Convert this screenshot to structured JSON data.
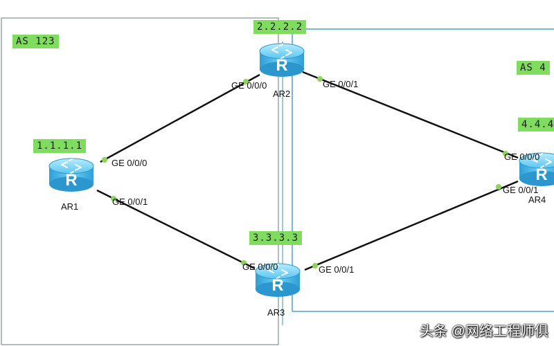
{
  "areas": {
    "left_label": "AS 123",
    "right_label": "AS 4"
  },
  "routers": [
    {
      "id": "ar1",
      "name": "AR1",
      "router_id": "1.1.1.1",
      "glyph": "R"
    },
    {
      "id": "ar2",
      "name": "AR2",
      "router_id": "2.2.2.2",
      "glyph": "R"
    },
    {
      "id": "ar3",
      "name": "AR3",
      "router_id": "3.3.3.3",
      "glyph": "R"
    },
    {
      "id": "ar4",
      "name": "AR4",
      "router_id": "4.4.4",
      "glyph": "R"
    }
  ],
  "ports": {
    "ar1_g0": "GE 0/0/0",
    "ar1_g1": "GE 0/0/1",
    "ar2_g0": "GE 0/0/0",
    "ar2_g1": "GE 0/0/1",
    "ar3_g0": "GE 0/0/0",
    "ar3_g1": "GE 0/0/1",
    "ar4_g0": "GE 0/0/0",
    "ar4_g1": "GE 0/0/1"
  },
  "links": [
    {
      "from": "AR1",
      "to": "AR2"
    },
    {
      "from": "AR1",
      "to": "AR3"
    },
    {
      "from": "AR2",
      "to": "AR4"
    },
    {
      "from": "AR3",
      "to": "AR4"
    }
  ],
  "watermark": "头条 @网络工程师俱",
  "colors": {
    "left_box": "#9aa4ac",
    "right_box": "#7ab8d6",
    "label_bg": "#7fdc5f",
    "port_dot": "#8fd45a",
    "router_body": "#3fb3e6"
  }
}
